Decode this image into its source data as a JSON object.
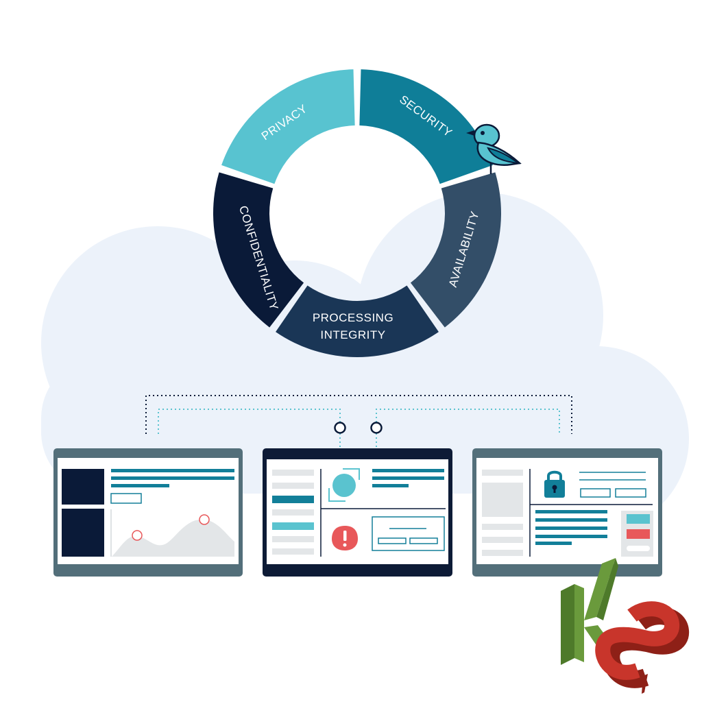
{
  "ring": {
    "segments": [
      {
        "label": "PRIVACY",
        "color": "#0f7e98"
      },
      {
        "label": "SECURITY",
        "color": "#334e68"
      },
      {
        "label": "AVAILABILITY",
        "color": "#1a3656"
      },
      {
        "label": "PROCESSING",
        "label2": "INTEGRITY",
        "color": "#0a1a38"
      },
      {
        "label": "CONFIDENTIALITY",
        "color": "#58c3d0"
      }
    ]
  },
  "colors": {
    "cloud": "#ecf2fa",
    "panel_bar": "#536f7a",
    "panel_bar_dark": "#0d1b36",
    "teal": "#127f99",
    "light_teal": "#5ac3cf",
    "navy": "#0a1a38",
    "alert_red": "#e8585a",
    "grey_block": "#e3e6e8",
    "k_green": "#6a9a3c",
    "s_red": "#c8352b"
  },
  "icons": {
    "bird": "bird-icon",
    "lock": "lock-icon",
    "alert": "alert-icon",
    "logo": "ks-logo"
  }
}
